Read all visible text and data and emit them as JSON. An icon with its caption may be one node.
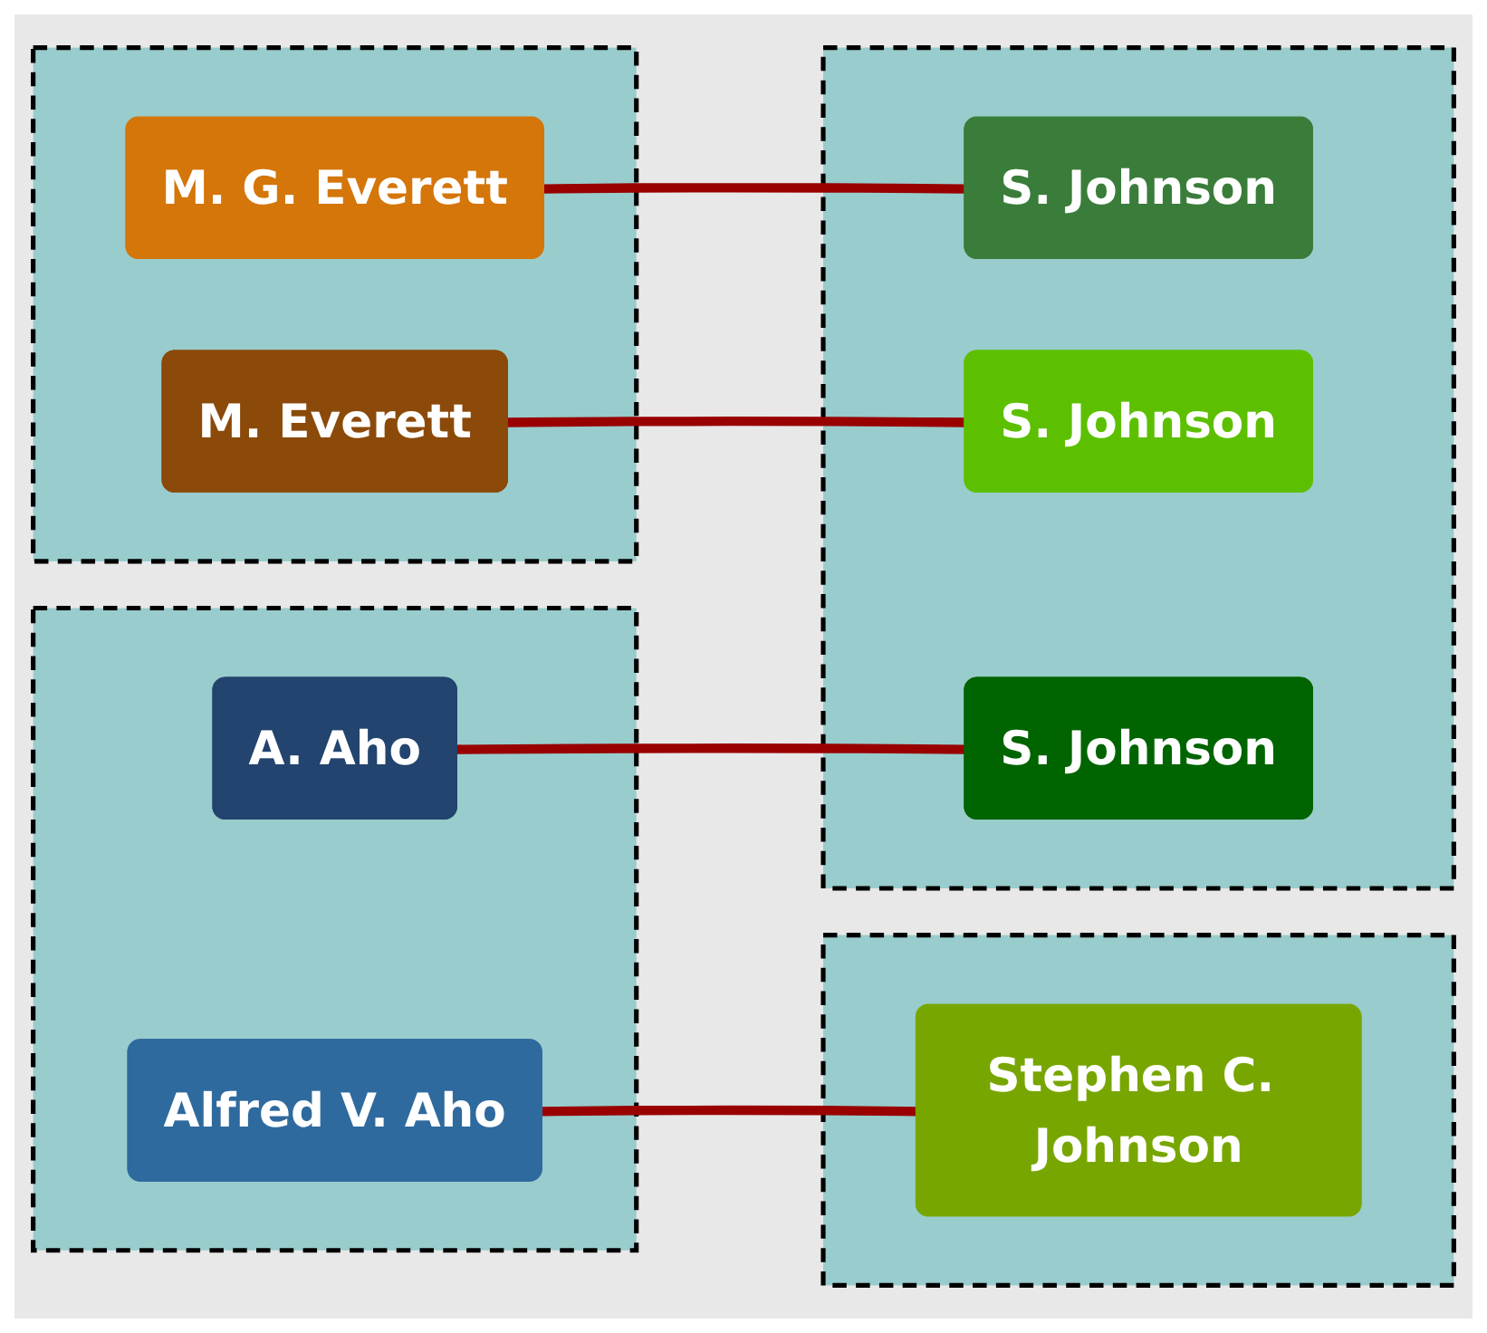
{
  "diagram": {
    "nodes": [
      {
        "text": [],
        "shape": "box"
      },
      {
        "text": [
          "M. G. Everett"
        ],
        "in": 0
      },
      {
        "text": [
          "M. Everett"
        ],
        "in": 0
      },
      {
        "text": [],
        "shape": "box"
      },
      {
        "text": [
          "S. Johnson"
        ],
        "in": 3
      },
      {
        "text": [
          "S. Johnson"
        ],
        "in": 3
      },
      {
        "text": [
          "S. Johnson"
        ],
        "in": 3
      },
      {
        "text": [],
        "shape": "box"
      },
      {
        "text": [
          "A. Aho"
        ],
        "in": 7
      },
      {
        "text": [
          "Alfred V. Aho"
        ],
        "in": 7
      },
      {
        "text": [],
        "shape": "box"
      },
      {
        "text": [
          "Stephen C. Johnson"
        ],
        "in": 10
      }
    ],
    "edges": [
      {
        "from": 1,
        "to": 4,
        "arrow": "none"
      },
      {
        "from": 2,
        "to": 5,
        "arrow": "none"
      },
      {
        "from": 8,
        "to": 6,
        "arrow": "none"
      },
      {
        "from": 9,
        "to": 11,
        "arrow": "none"
      }
    ]
  }
}
